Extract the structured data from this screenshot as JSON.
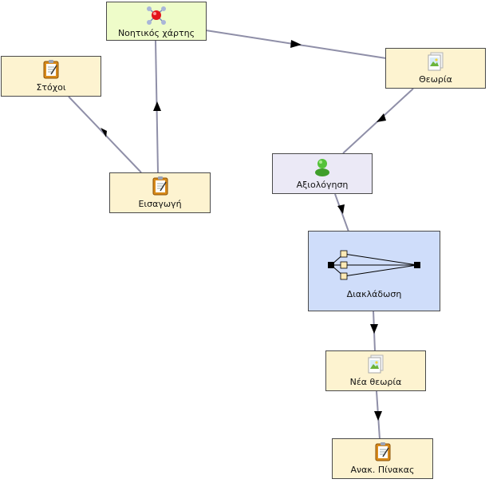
{
  "nodes": {
    "mindmap": {
      "label": "Νοητικός χάρτης",
      "icon": "network-node-icon",
      "color": "#eefcc9"
    },
    "goals": {
      "label": "Στόχοι",
      "icon": "notepad-icon",
      "color": "#fdf3d0"
    },
    "theory": {
      "label": "Θεωρία",
      "icon": "image-document-icon",
      "color": "#fdf3d0"
    },
    "intro": {
      "label": "Εισαγωγή",
      "icon": "notepad-icon",
      "color": "#fdf3d0"
    },
    "assessment": {
      "label": "Αξιολόγηση",
      "icon": "person-icon",
      "color": "#ebe9f6"
    },
    "branching": {
      "label": "Διακλάδωση",
      "icon": "branching-icon",
      "color": "#cfddfa"
    },
    "new_theory": {
      "label": "Νέα θεωρία",
      "icon": "image-document-icon",
      "color": "#fdf3d0"
    },
    "board": {
      "label": "Ανακ. Πίνακας",
      "icon": "notepad-icon",
      "color": "#fdf3d0"
    }
  },
  "edges": [
    {
      "from": "goals",
      "to": "intro"
    },
    {
      "from": "intro",
      "to": "mindmap"
    },
    {
      "from": "mindmap",
      "to": "theory"
    },
    {
      "from": "theory",
      "to": "assessment"
    },
    {
      "from": "assessment",
      "to": "branching"
    },
    {
      "from": "branching",
      "to": "new_theory"
    },
    {
      "from": "new_theory",
      "to": "board"
    }
  ],
  "colors": {
    "edge": "#8f8fa8",
    "arrow": "#000000",
    "border": "#4a4a4a"
  }
}
